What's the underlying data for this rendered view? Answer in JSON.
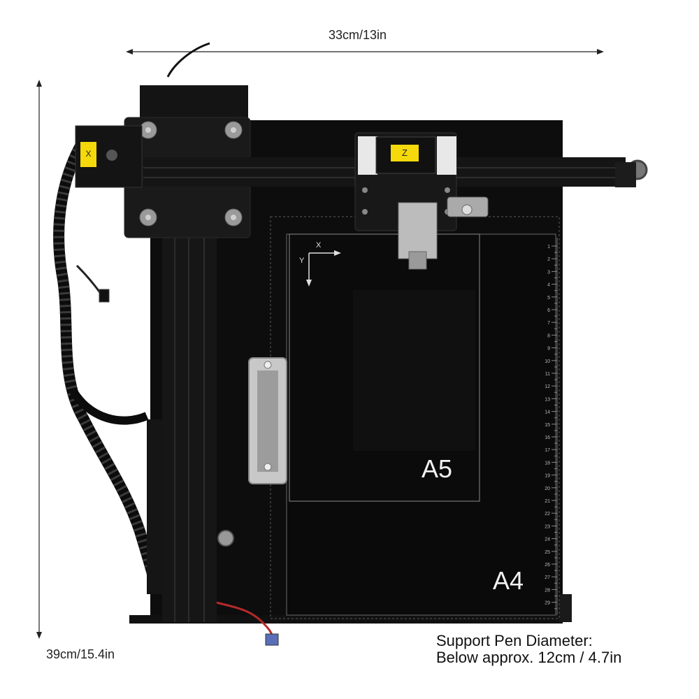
{
  "dimensions": {
    "width_label": "33cm/13in",
    "height_label": "39cm/15.4in"
  },
  "note": {
    "line1": "Support Pen Diameter:",
    "line2": "Below approx. 12cm / 4.7in"
  },
  "bed": {
    "a5_label": "A5",
    "a4_label": "A4",
    "axis_x": "X",
    "axis_y": "Y",
    "ruler_numbers": [
      "1",
      "2",
      "3",
      "4",
      "5",
      "6",
      "7",
      "8",
      "9",
      "10",
      "11",
      "12",
      "13",
      "14",
      "15",
      "16",
      "17",
      "18",
      "19",
      "20",
      "21",
      "22",
      "23",
      "24",
      "25",
      "26",
      "27",
      "28",
      "29"
    ]
  },
  "motors": {
    "x_label": "X",
    "z_label": "Z"
  },
  "colors": {
    "bed": "#0d0d0d",
    "frame": "#1a1a1a",
    "motor_label": "#f5d90a",
    "cable": "#111111"
  }
}
